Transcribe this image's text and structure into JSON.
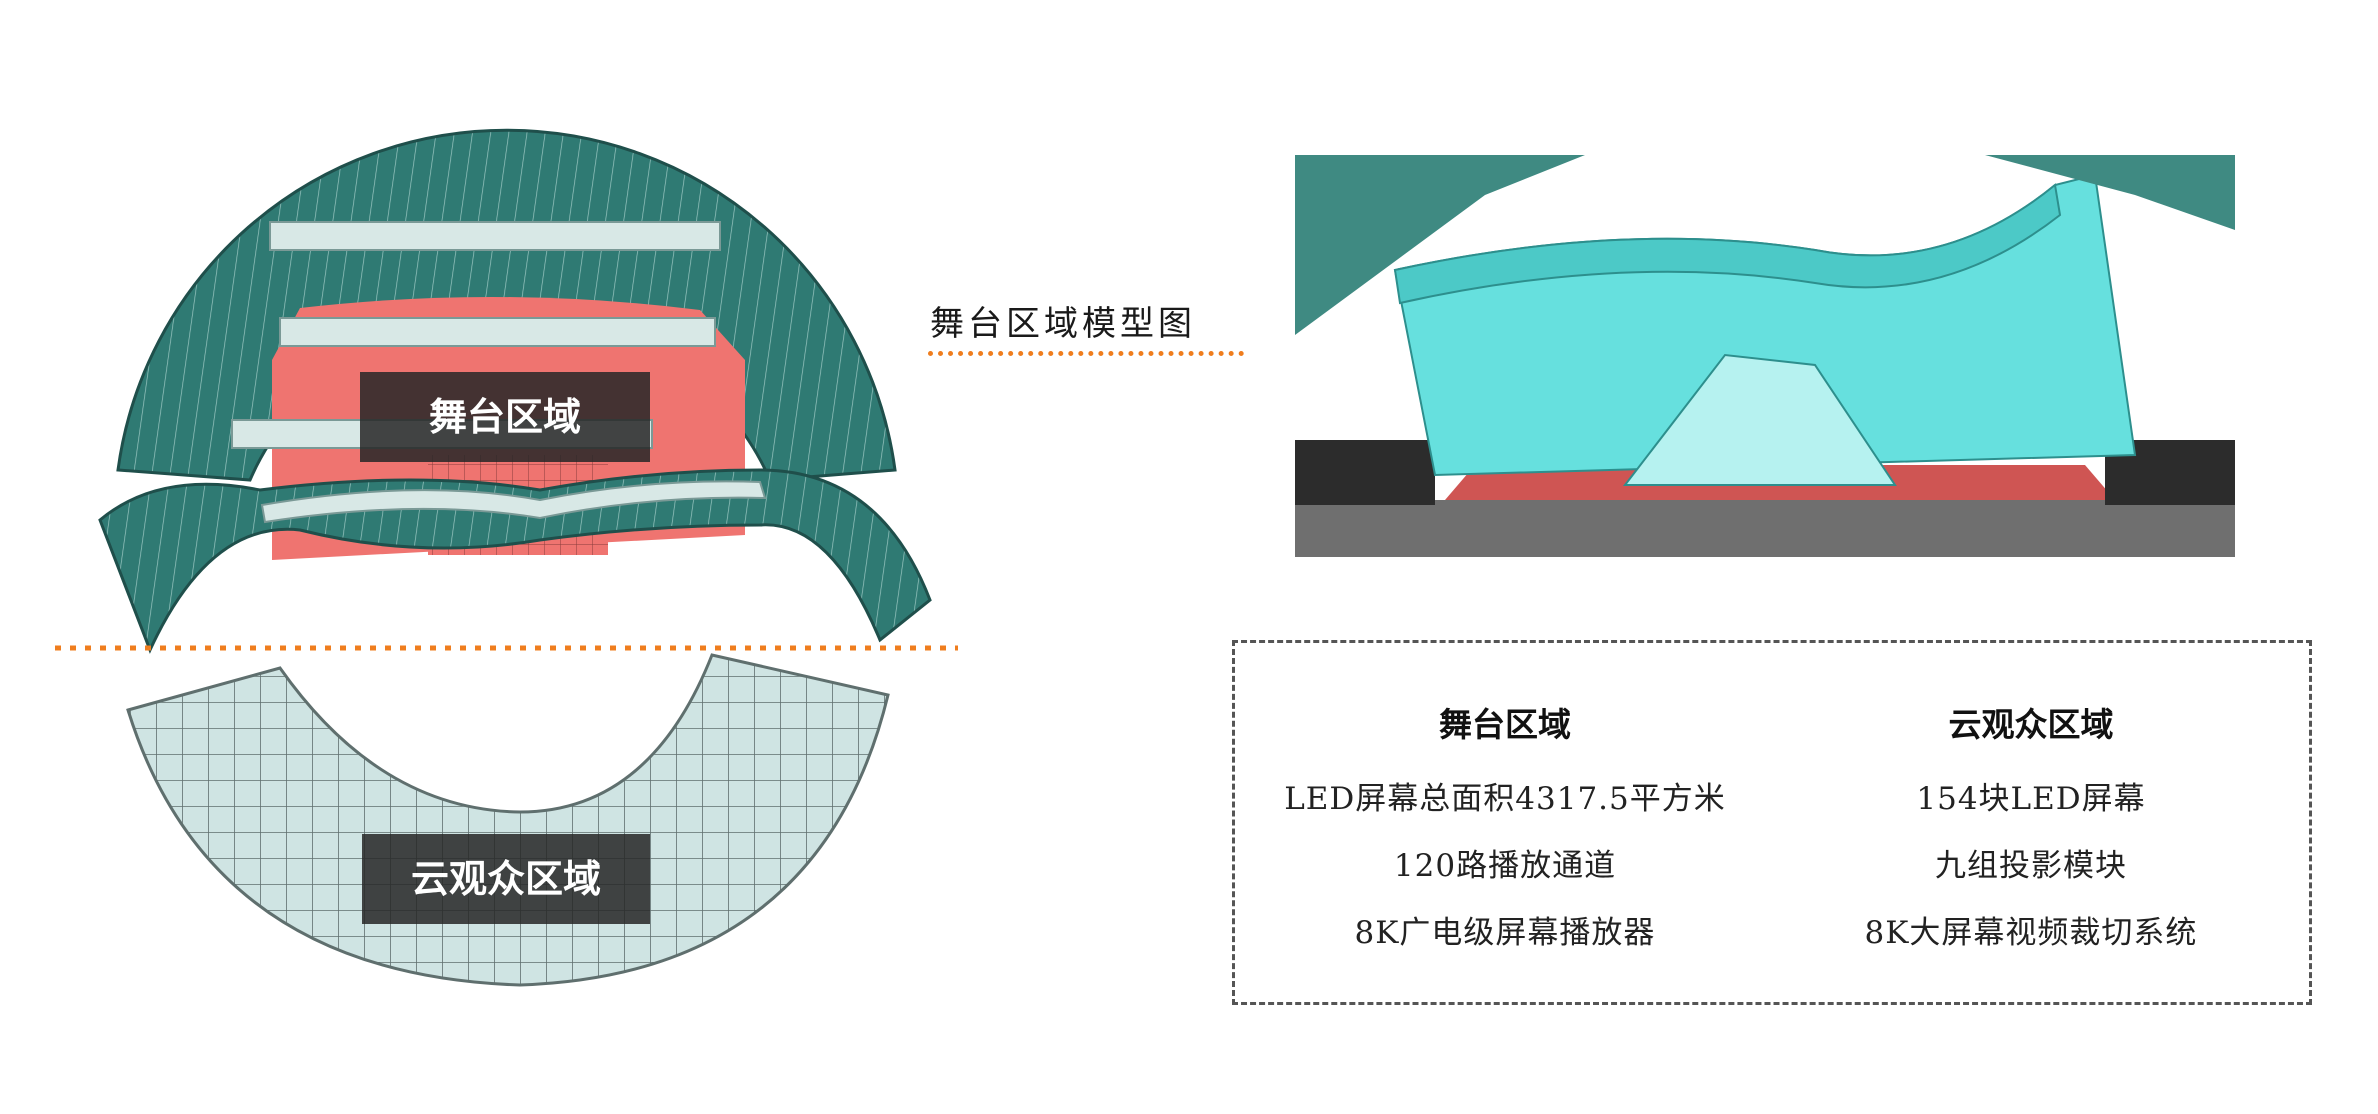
{
  "model_caption": "舞台区域模型图",
  "stage_label": "舞台区域",
  "cloud_label": "云观众区域",
  "info": {
    "stage": {
      "title": "舞台区域",
      "lines": [
        "LED屏幕总面积4317.5平方米",
        "120路播放通道",
        "8K广电级屏幕播放器"
      ]
    },
    "cloud": {
      "title": "云观众区域",
      "lines": [
        "154块LED屏幕",
        "九组投影模块",
        "8K大屏幕视频裁切系统"
      ]
    }
  },
  "colors": {
    "accent_dots": "#ef7d1e",
    "stage_panels": "#2f7a73",
    "stage_floor": "#ef7470",
    "cloud_panels": "#c9e0df",
    "model_screens": "#66e0de"
  }
}
